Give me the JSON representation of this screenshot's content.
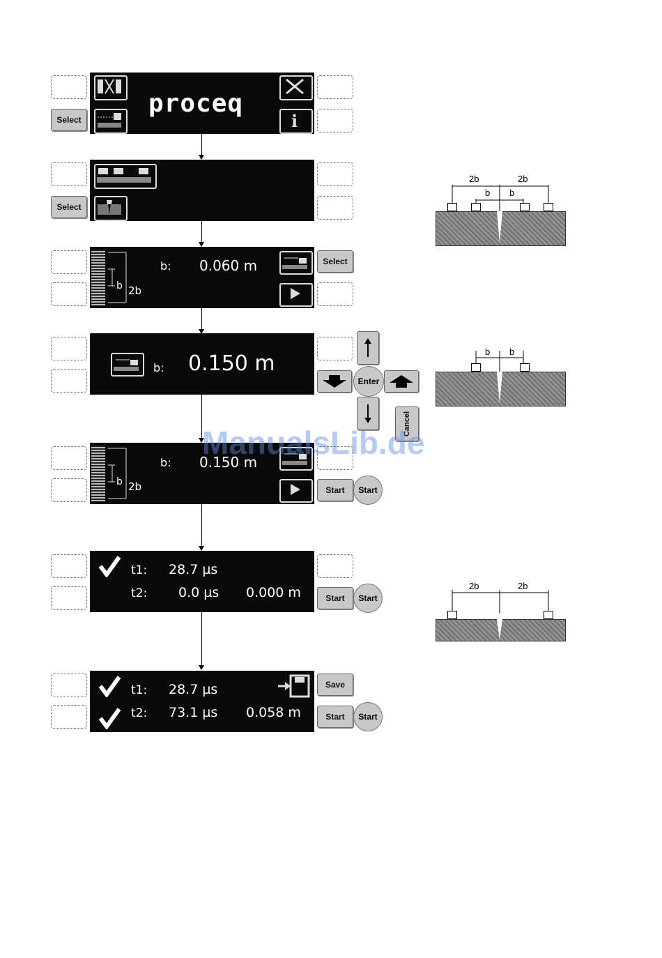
{
  "screens": {
    "s1": {
      "logo": "proceq",
      "left_button": "Select"
    },
    "s2": {
      "left_button": "Select"
    },
    "s3": {
      "label": "b:",
      "value": "0.060 m",
      "depth_b": "b",
      "depth_2b": "2b",
      "right_button": "Select"
    },
    "s4": {
      "label": "b:",
      "value": "0.150 m"
    },
    "s5": {
      "label": "b:",
      "value": "0.150 m",
      "depth_b": "b",
      "depth_2b": "2b",
      "rect_button": "Start",
      "round_button": "Start"
    },
    "s6": {
      "t1_label": "t1:",
      "t1_value": "28.7 µs",
      "t2_label": "t2:",
      "t2_value": "0.0 µs",
      "depth": "0.000 m",
      "rect_button": "Start",
      "round_button": "Start"
    },
    "s7": {
      "t1_label": "t1:",
      "t1_value": "28.7 µs",
      "t2_label": "t2:",
      "t2_value": "73.1 µs",
      "depth": "0.058 m",
      "save_button": "Save",
      "rect_button": "Start",
      "round_button": "Start"
    }
  },
  "keypad": {
    "enter": "Enter",
    "cancel": "Cancel"
  },
  "diagrams": {
    "d1": {
      "left_2b": "2b",
      "right_2b": "2b",
      "left_b": "b",
      "right_b": "b"
    },
    "d2": {
      "left_b": "b",
      "right_b": "b"
    },
    "d3": {
      "left_2b": "2b",
      "right_2b": "2b"
    }
  },
  "watermark": "ManualsLib.de"
}
